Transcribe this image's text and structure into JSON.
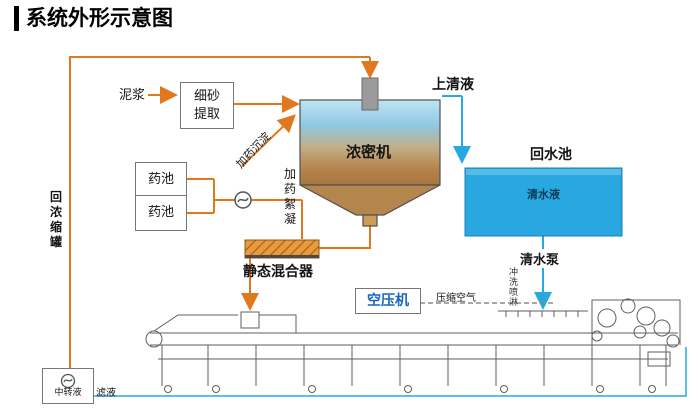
{
  "title": "系统外形示意图",
  "colors": {
    "pipe_orange": "#E0791E",
    "water_blue": "#29A7E0",
    "mixer_orange": "#E89A3C",
    "machine_gray": "#5f5f5f"
  },
  "labels": {
    "slurry": "泥浆",
    "sand_extractor_line1": "细砂",
    "sand_extractor_line2": "提取",
    "chem_tank_top": "药池",
    "chem_tank_bottom": "药池",
    "dosing_sedimentation": "加药沉淀",
    "dosing_flocculation": "加药絮凝",
    "thickener": "浓密机",
    "supernatant": "上清液",
    "return_water_pool": "回水池",
    "clear_water": "清水液",
    "clear_water_pump": "清水泵",
    "flush_spray": "冲洗喷淋",
    "static_mixer": "静态混合器",
    "air_compressor": "空压机",
    "compressed_air": "压缩空气",
    "return_concentrate_tank": "回浓缩罐",
    "transfer_liquid": "中转液",
    "filtrate": "滤液"
  }
}
